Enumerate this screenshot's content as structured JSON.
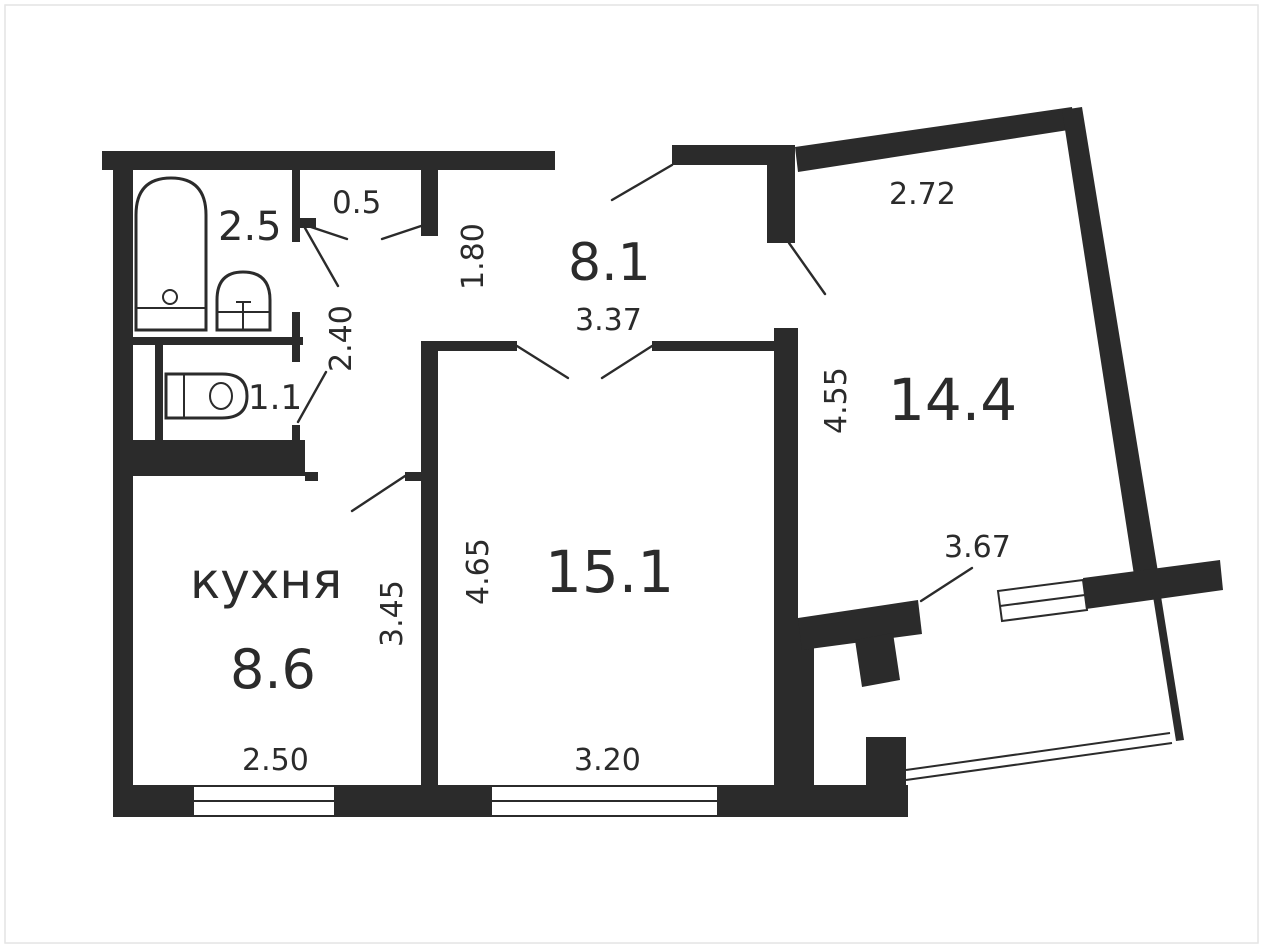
{
  "rooms": {
    "bathroom": {
      "area": "2.5"
    },
    "closet": {
      "area": "0.5"
    },
    "toilet": {
      "area": "1.1"
    },
    "hall": {
      "area": "8.1"
    },
    "kitchen": {
      "name": "кухня",
      "area": "8.6"
    },
    "living_room": {
      "area": "15.1"
    },
    "bedroom": {
      "area": "14.4"
    }
  },
  "dimensions": {
    "closet_height": "1.80",
    "hall_length": "2.40",
    "hall_width": "3.37",
    "kitchen_width": "2.50",
    "kitchen_length": "3.45",
    "living_length": "4.65",
    "living_width": "3.20",
    "bedroom_length": "4.55",
    "bedroom_top_width": "2.72",
    "bedroom_bottom_width": "3.67"
  }
}
